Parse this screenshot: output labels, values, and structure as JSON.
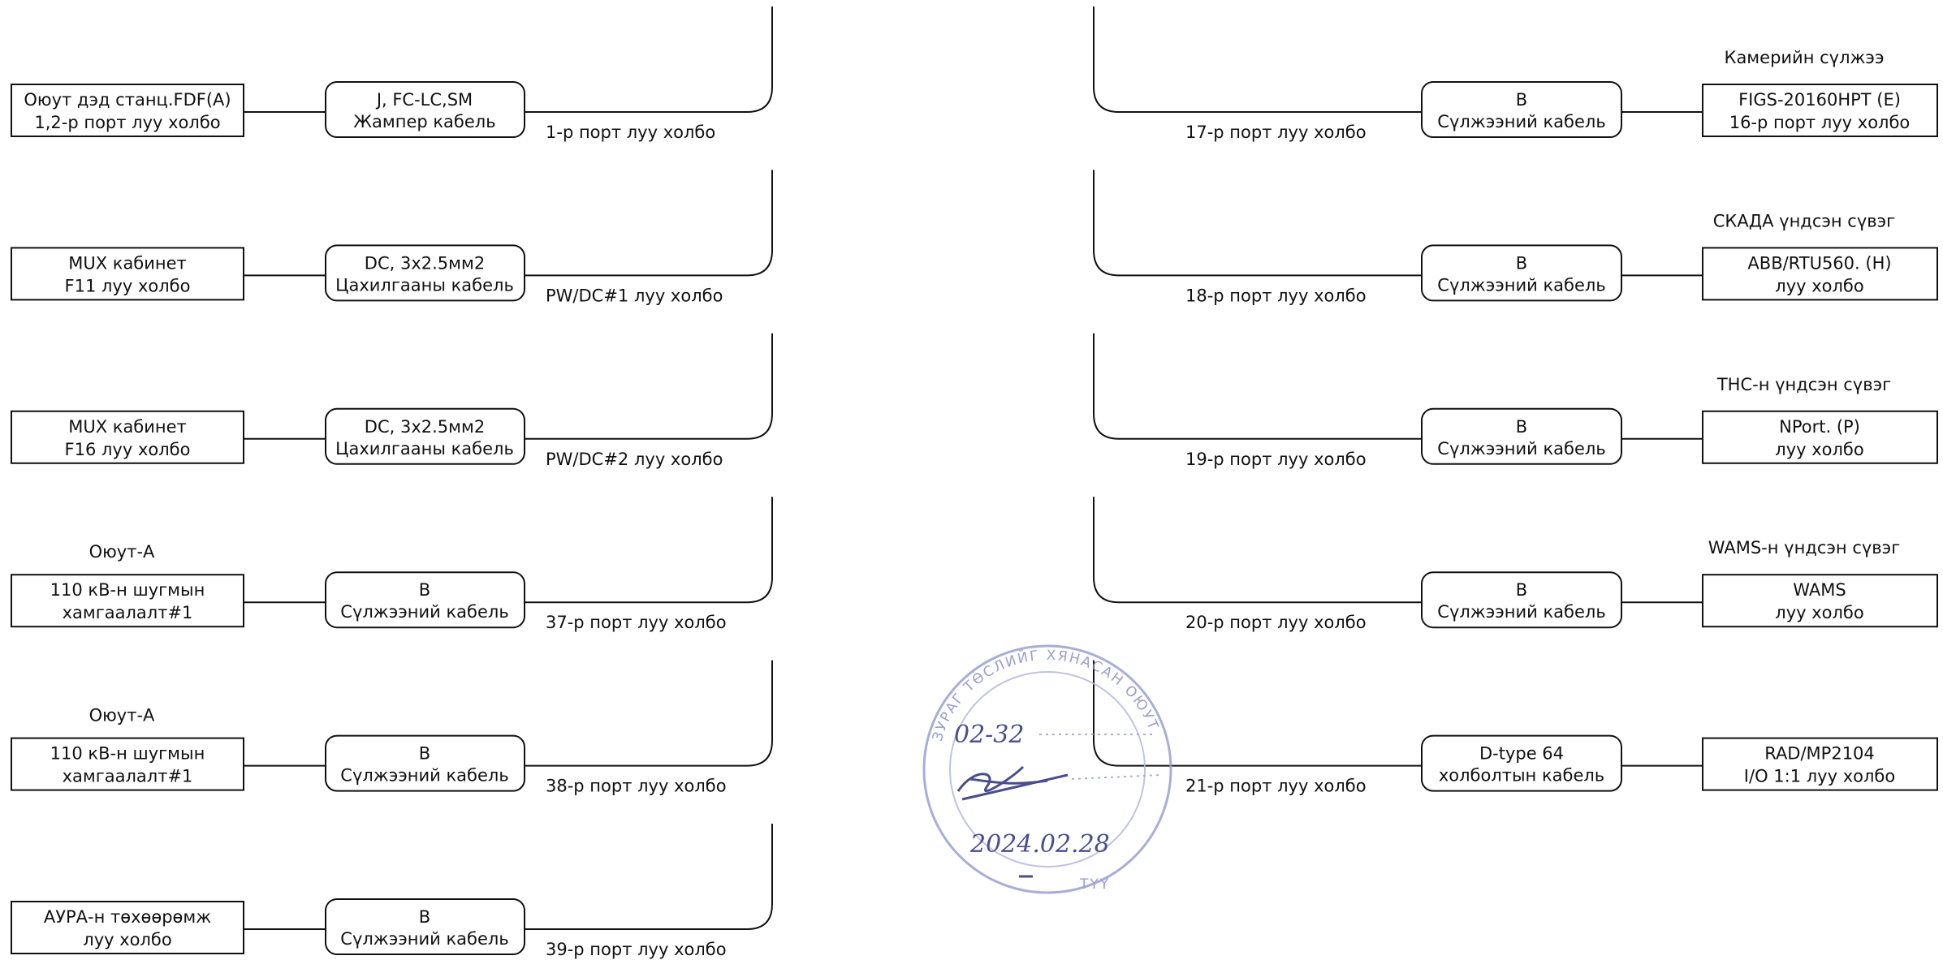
{
  "left_rows": [
    {
      "device_label": "",
      "device": [
        "Оюут дэд станц.FDF(A)",
        "1,2-р порт луу холбо"
      ],
      "cable": [
        "J, FC-LC,SM",
        "Жампер кабель"
      ],
      "port": "1-р порт луу холбо"
    },
    {
      "device_label": "",
      "device": [
        "MUX кабинет",
        "F11 луу холбо"
      ],
      "cable": [
        "DC, 3x2.5мм2",
        "Цахилгааны кабель"
      ],
      "port": "PW/DC#1 луу холбо"
    },
    {
      "device_label": "",
      "device": [
        "MUX кабинет",
        "F16 луу холбо"
      ],
      "cable": [
        "DC, 3x2.5мм2",
        "Цахилгааны кабель"
      ],
      "port": "PW/DC#2 луу холбо"
    },
    {
      "device_label": "Оюут-А",
      "device": [
        "110 кВ-н шугмын",
        "хамгаалалт#1"
      ],
      "cable": [
        "B",
        "Сүлжээний кабель"
      ],
      "port": "37-р порт луу холбо"
    },
    {
      "device_label": "Оюут-А",
      "device": [
        "110 кВ-н шугмын",
        "хамгаалалт#1"
      ],
      "cable": [
        "B",
        "Сүлжээний кабель"
      ],
      "port": "38-р порт луу холбо"
    },
    {
      "device_label": "",
      "device": [
        "АУРА-н төхөөрөмж",
        "луу холбо"
      ],
      "cable": [
        "B",
        "Сүлжээний кабель"
      ],
      "port": "39-р порт луу холбо"
    }
  ],
  "right_rows": [
    {
      "device_label": "Камерийн сүлжээ",
      "device": [
        "FIGS-20160HPT (E)",
        "16-р порт луу холбо"
      ],
      "cable": [
        "B",
        "Сүлжээний кабель"
      ],
      "port": "17-р порт луу холбо"
    },
    {
      "device_label": "СКАДА үндсэн сүвэг",
      "device": [
        "ABB/RTU560. (H)",
        "луу холбо"
      ],
      "cable": [
        "B",
        "Сүлжээний кабель"
      ],
      "port": "18-р порт луу холбо"
    },
    {
      "device_label": "THC-н үндсэн сүвэг",
      "device": [
        "NPort. (P)",
        "луу холбо"
      ],
      "cable": [
        "B",
        "Сүлжээний кабель"
      ],
      "port": "19-р порт луу холбо"
    },
    {
      "device_label": "WAMS-н үндсэн сүвэг",
      "device": [
        "WAMS",
        "луу холбо"
      ],
      "cable": [
        "B",
        "Сүлжээний кабель"
      ],
      "port": "20-р порт луу холбо"
    },
    {
      "device_label": "",
      "device": [
        "RAD/MP2104",
        "I/O 1:1 луу холбо"
      ],
      "cable": [
        "D-type 64",
        "холболтын кабель"
      ],
      "port": "21-р порт луу холбо"
    }
  ],
  "stamp": {
    "ring_text": "ЗУРАГ ТӨСЛИЙГ ХЯНАСАН ОЮУТ",
    "number": "02-32",
    "date": "2024.02.28",
    "bottom": "ТҮҮ"
  }
}
